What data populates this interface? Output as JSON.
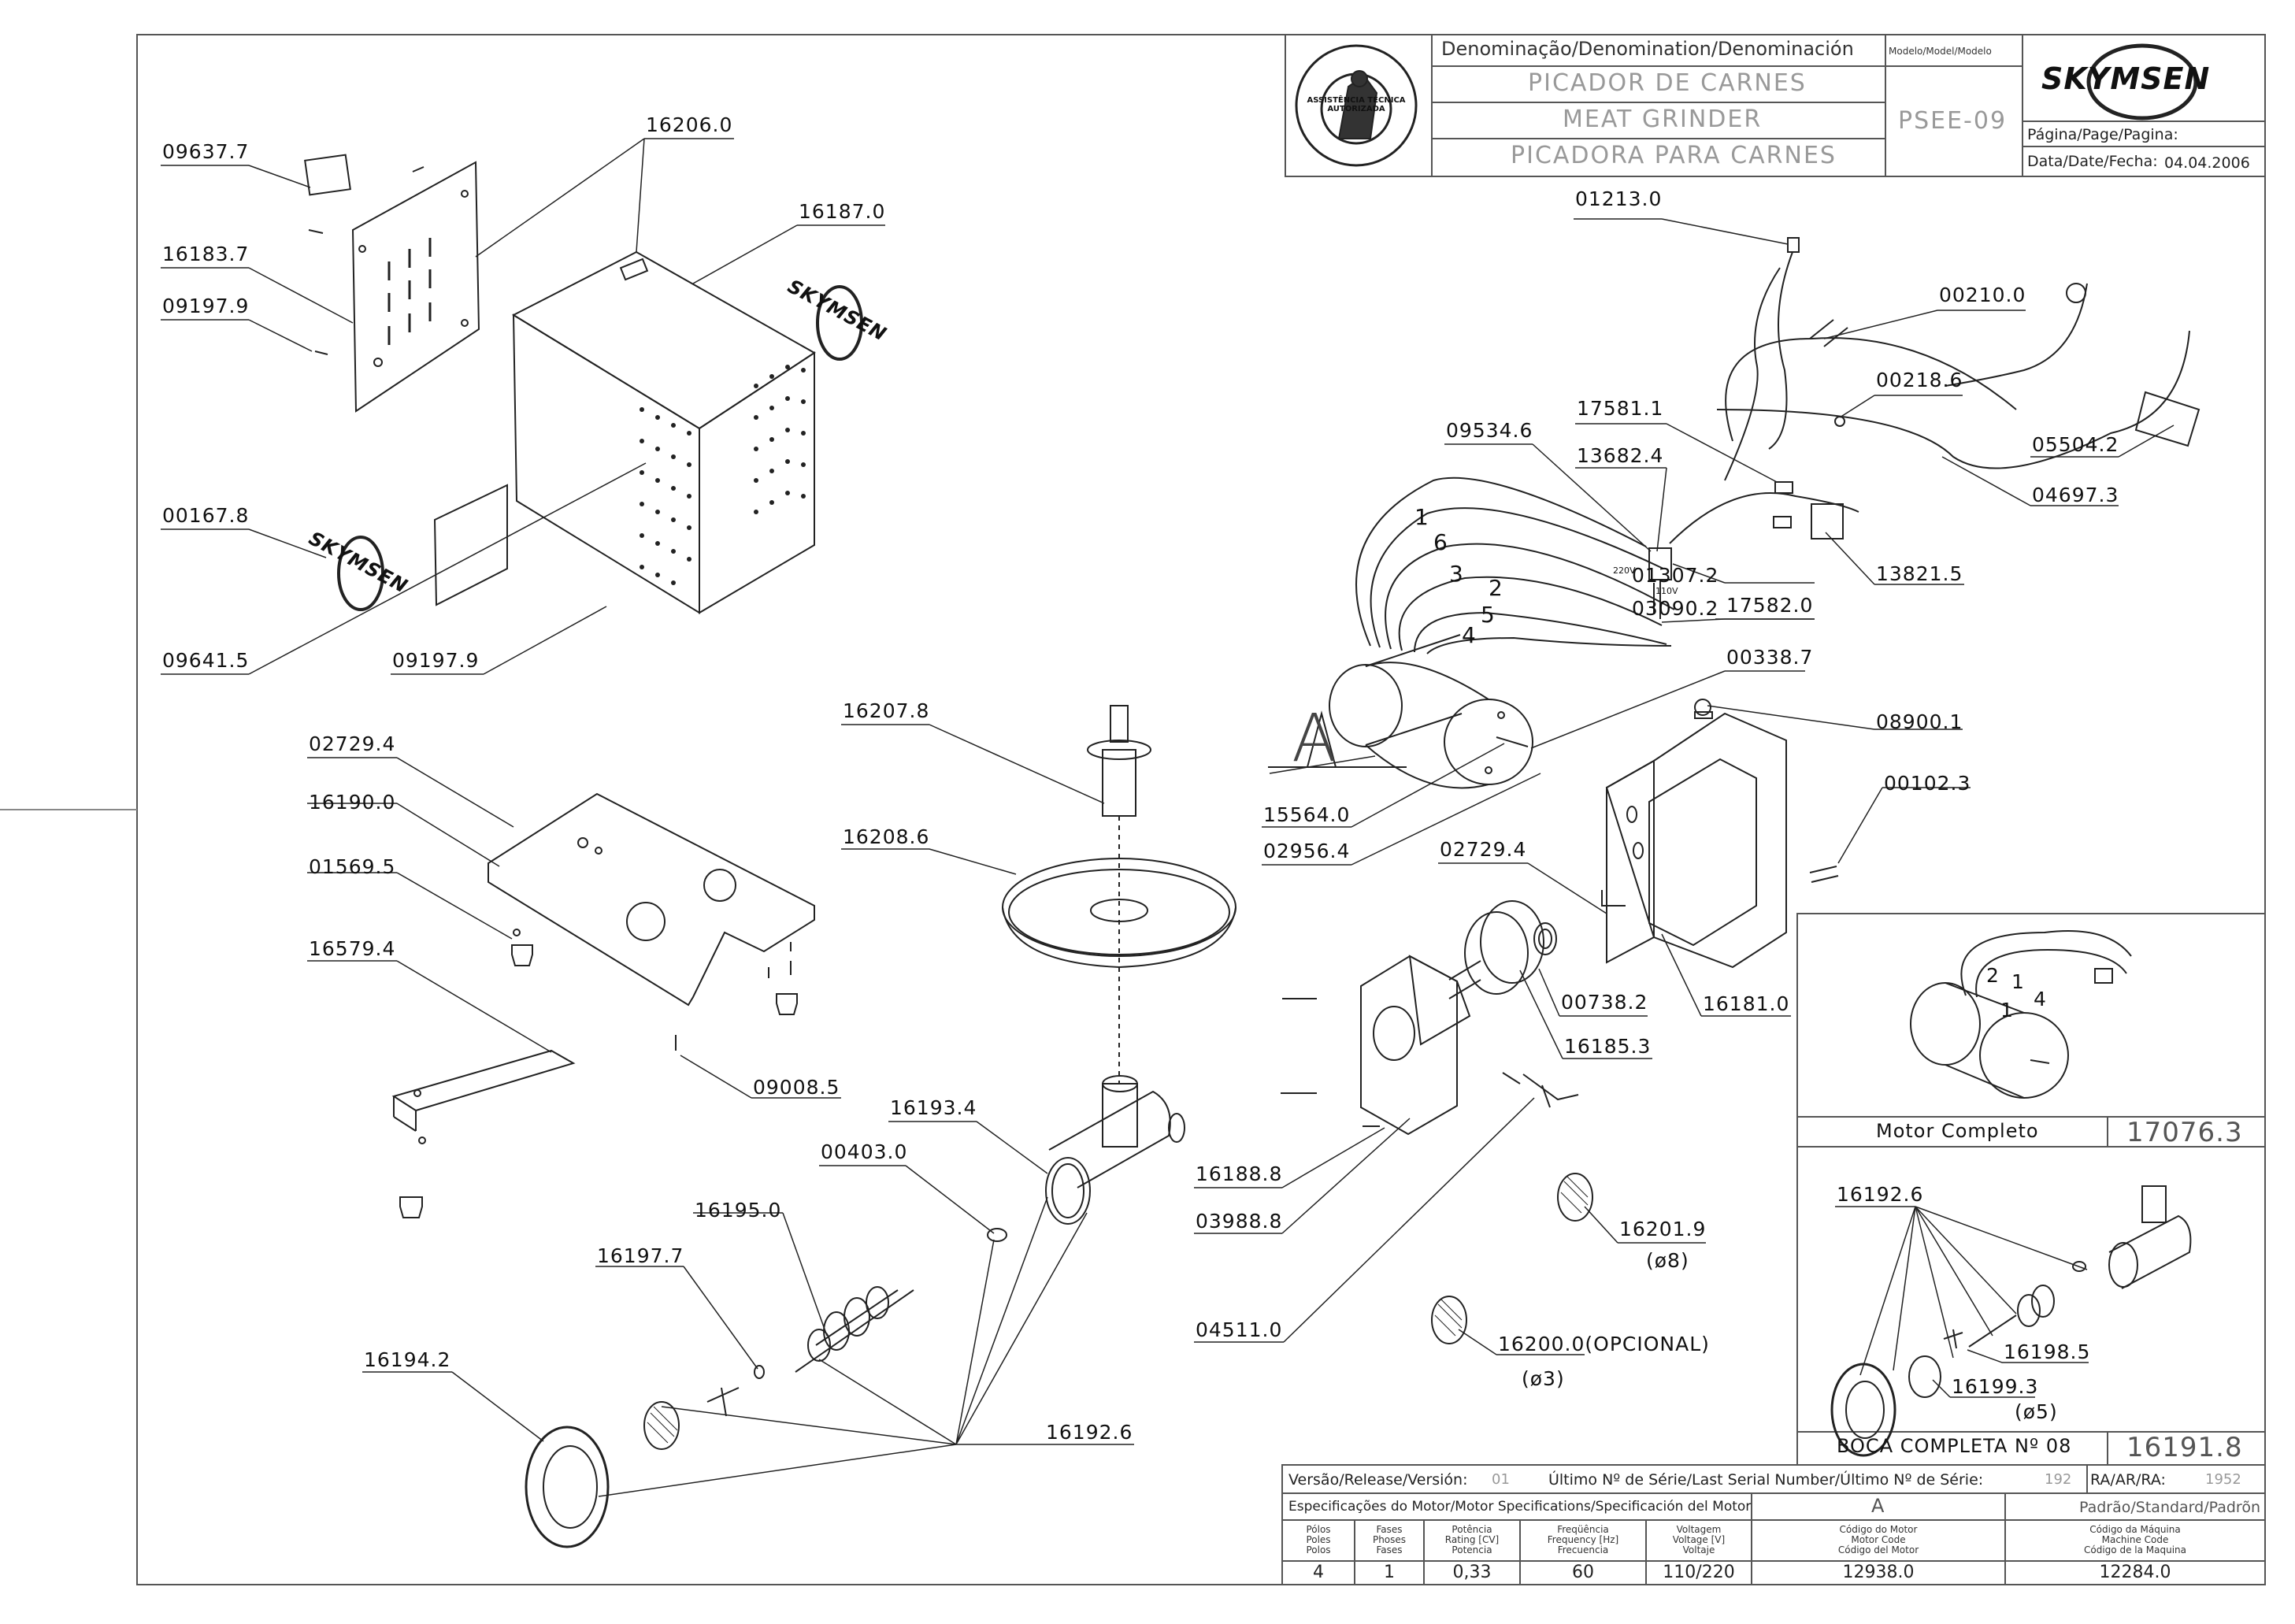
{
  "title_block": {
    "denomination_header": "Denominação/Denomination/Denominación",
    "model_header": "Modelo/Model/Modelo",
    "name_pt": "PICADOR DE CARNES",
    "name_en": "MEAT GRINDER",
    "name_es": "PICADORA PARA CARNES",
    "model": "PSEE-09",
    "brand": "SKYMSEN",
    "page_label": "Página/Page/Pagina:",
    "date_label": "Data/Date/Fecha:",
    "date": "04.04.2006",
    "seal_text": "ASSISTÊNCIA TÉCNICA AUTORIZADA"
  },
  "part_labels": [
    "09637.7",
    "16206.0",
    "16187.0",
    "16183.7",
    "09197.9",
    "00167.8",
    "09641.5",
    "09197.9",
    "02729.4",
    "16190.0",
    "01569.5",
    "16579.4",
    "09008.5",
    "16207.8",
    "16208.6",
    "16193.4",
    "00403.0",
    "16195.0",
    "16197.7",
    "16194.2",
    "16192.6",
    "01213.0",
    "00210.0",
    "00218.6",
    "05504.2",
    "04697.3",
    "09534.6",
    "17581.1",
    "13682.4",
    "01307.2",
    "03090.2",
    "13821.5",
    "17582.0",
    "00338.7",
    "08900.1",
    "15564.0",
    "02956.4",
    "00102.3",
    "02729.4",
    "00738.2",
    "16181.0",
    "16185.3",
    "16188.8",
    "03988.8",
    "16201.9",
    "(ø8)",
    "16200.0(OPCIONAL)",
    "(ø3)",
    "04511.0",
    "A"
  ],
  "wire_numbers": [
    "1",
    "6",
    "3",
    "2",
    "5",
    "4"
  ],
  "switch_labels": [
    "220V",
    "110V"
  ],
  "inset_motor": {
    "caption": "Motor Completo",
    "code": "17076.3",
    "wire_numbers": [
      "2",
      "1",
      "4",
      "1"
    ]
  },
  "inset_mouth": {
    "caption": "BOCA COMPLETA Nº 08",
    "code": "16191.8",
    "labels": [
      "16192.6",
      "16198.5",
      "16199.3",
      "(ø5)"
    ]
  },
  "release_row": {
    "version_label": "Versão/Release/Versión:",
    "version": "01",
    "serial_label": "Último Nº de Série/Last Serial Number/Último Nº de Série:",
    "serial": "192",
    "ra_label": "RA/AR/RA:",
    "ra": "1952"
  },
  "spec_table": {
    "header": "Especificações do Motor/Motor Specifications/Specificación del Motor",
    "motor_col": "A",
    "standard_col": "Padrão/Standard/Padrõn",
    "columns": [
      "Pólos\nPoles\nPolos",
      "Fases\nPhoses\nFases",
      "Potência\nRating [CV]\nPotencia",
      "Freqüência\nFrequency [Hz]\nFrecuencia",
      "Voltagem\nVoltage [V]\nVoltaje",
      "Código do Motor\nMotor Code\nCódigo del Motor",
      "Código da Máquina\nMachine Code\nCódigo de la Maquina"
    ],
    "values": [
      "4",
      "1",
      "0,33",
      "60",
      "110/220",
      "12938.0",
      "12284.0"
    ]
  },
  "colors": {
    "line": "#222222",
    "faint": "#999999"
  }
}
